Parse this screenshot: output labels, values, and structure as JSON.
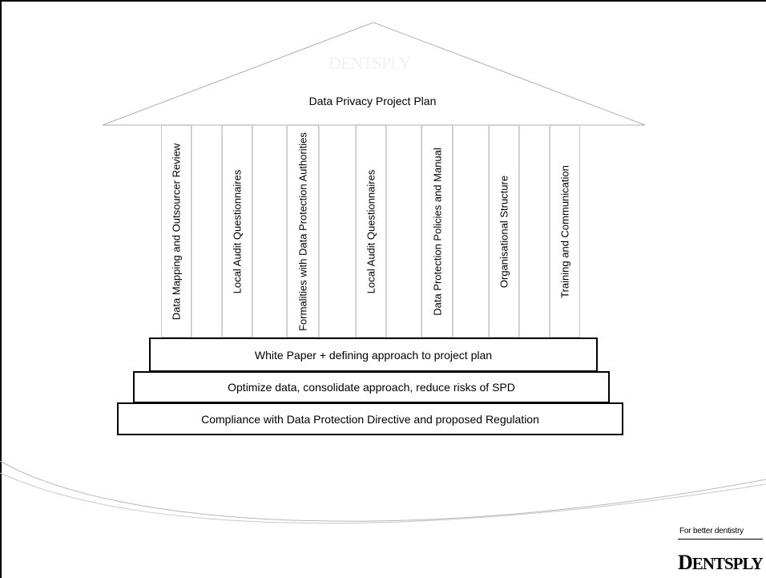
{
  "roof": {
    "title": "Data Privacy Project Plan",
    "watermark": "DENTSPLY"
  },
  "pillars": [
    {
      "label": "Data Mapping and Outsourcer Review"
    },
    {
      "label": "Local Audit Questionnaires"
    },
    {
      "label": "Formalities with Data Protection Authorities"
    },
    {
      "label": "Local Audit Questionnaires"
    },
    {
      "label": "Data Protection Policies and Manual"
    },
    {
      "label": "Organisational Structure"
    },
    {
      "label": "Training and Communication"
    }
  ],
  "steps": [
    {
      "label": "White Paper + defining approach to project plan"
    },
    {
      "label": "Optimize data, consolidate approach, reduce risks of SPD"
    },
    {
      "label": "Compliance with Data Protection Directive and proposed Regulation"
    }
  ],
  "logo": {
    "tagline": "For better dentistry",
    "brand_first": "D",
    "brand_rest": "ENTSPLY"
  }
}
